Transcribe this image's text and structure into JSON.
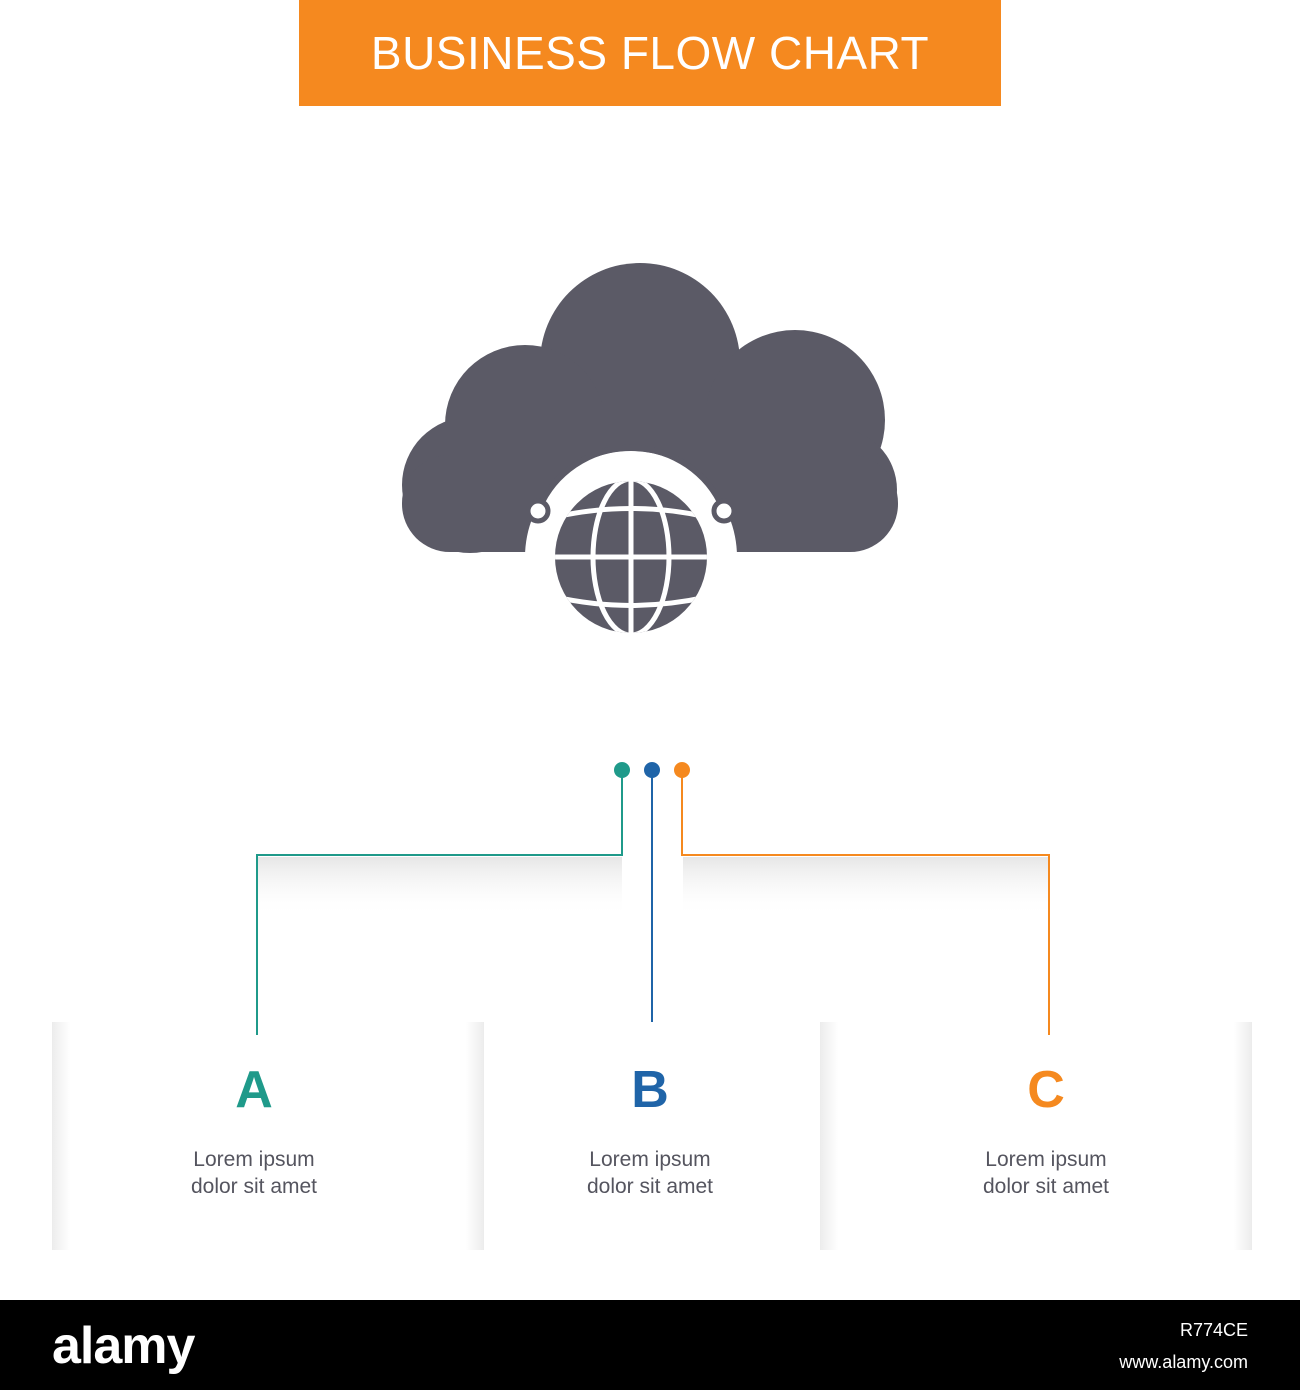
{
  "header": {
    "title": "BUSINESS FLOW CHART",
    "color": "#f5891f"
  },
  "icon": {
    "name": "cloud-globe-icon",
    "color": "#5b5a66"
  },
  "connectors": {
    "dot_colors": [
      "#1f9a8a",
      "#1f64a8",
      "#f5891f"
    ]
  },
  "cards": [
    {
      "letter": "A",
      "color": "#1f9a8a",
      "text": "Lorem ipsum\ndolor sit amet"
    },
    {
      "letter": "B",
      "color": "#1f64a8",
      "text": "Lorem ipsum\ndolor sit amet"
    },
    {
      "letter": "C",
      "color": "#f5891f",
      "text": "Lorem ipsum\ndolor sit amet"
    }
  ],
  "footer": {
    "logo": "alamy",
    "image_id": "R774CE",
    "url": "www.alamy.com"
  }
}
